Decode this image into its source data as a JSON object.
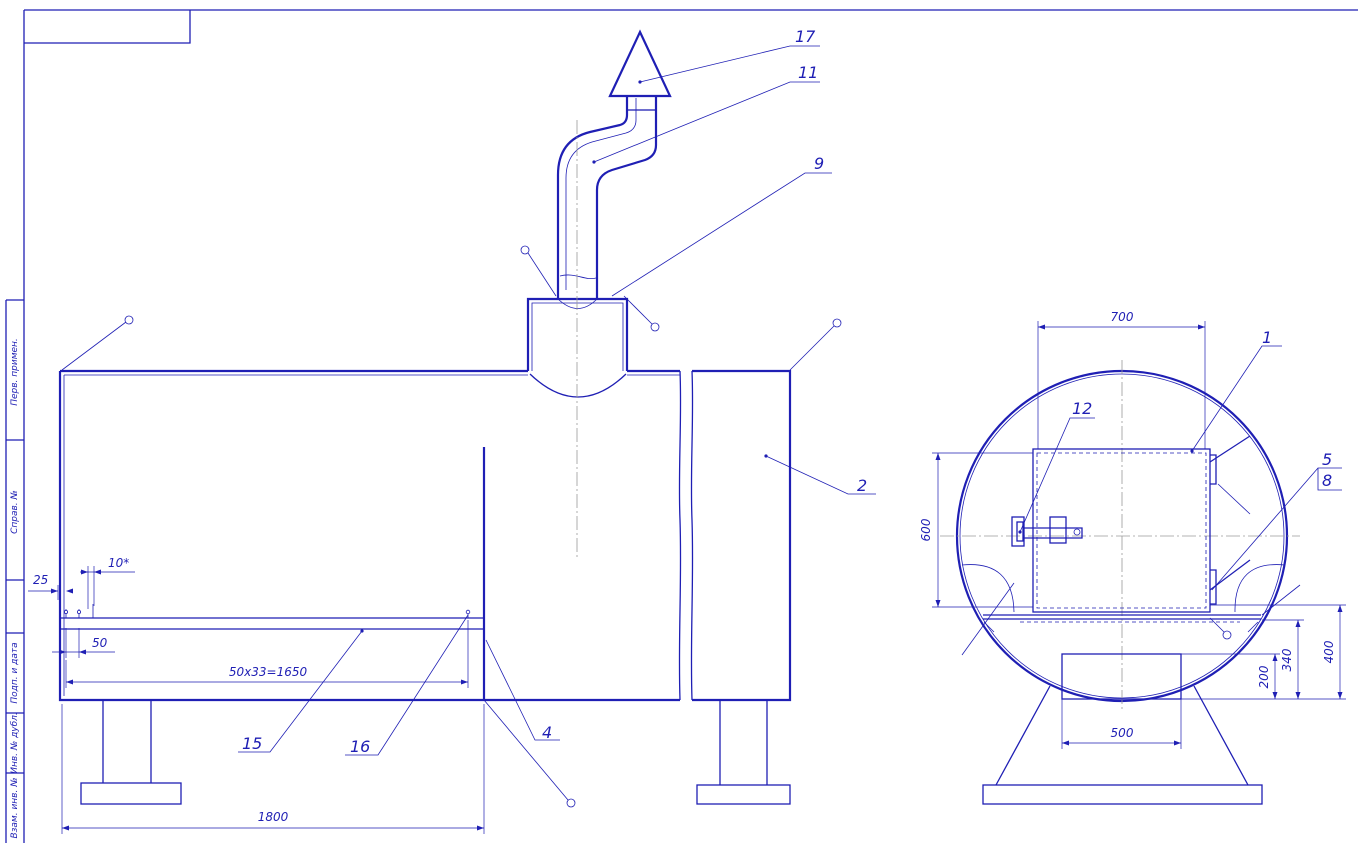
{
  "frame": {
    "side_stamp": [
      "Перв. примен.",
      "Справ. №",
      "Подп. и дата",
      "Инв. № дубл.",
      "Взам. инв. №"
    ]
  },
  "callouts": {
    "c1": "1",
    "c2": "2",
    "c4": "4",
    "c5": "5",
    "c8": "8",
    "c9": "9",
    "c11": "11",
    "c12": "12",
    "c15": "15",
    "c16": "16",
    "c17": "17"
  },
  "dimensions": {
    "d25": "25",
    "d10": "10*",
    "d50": "50",
    "d1650": "50x33=1650",
    "d1800": "1800",
    "d700": "700",
    "d600": "600",
    "d500": "500",
    "d200": "200",
    "d340": "340",
    "d400": "400"
  }
}
